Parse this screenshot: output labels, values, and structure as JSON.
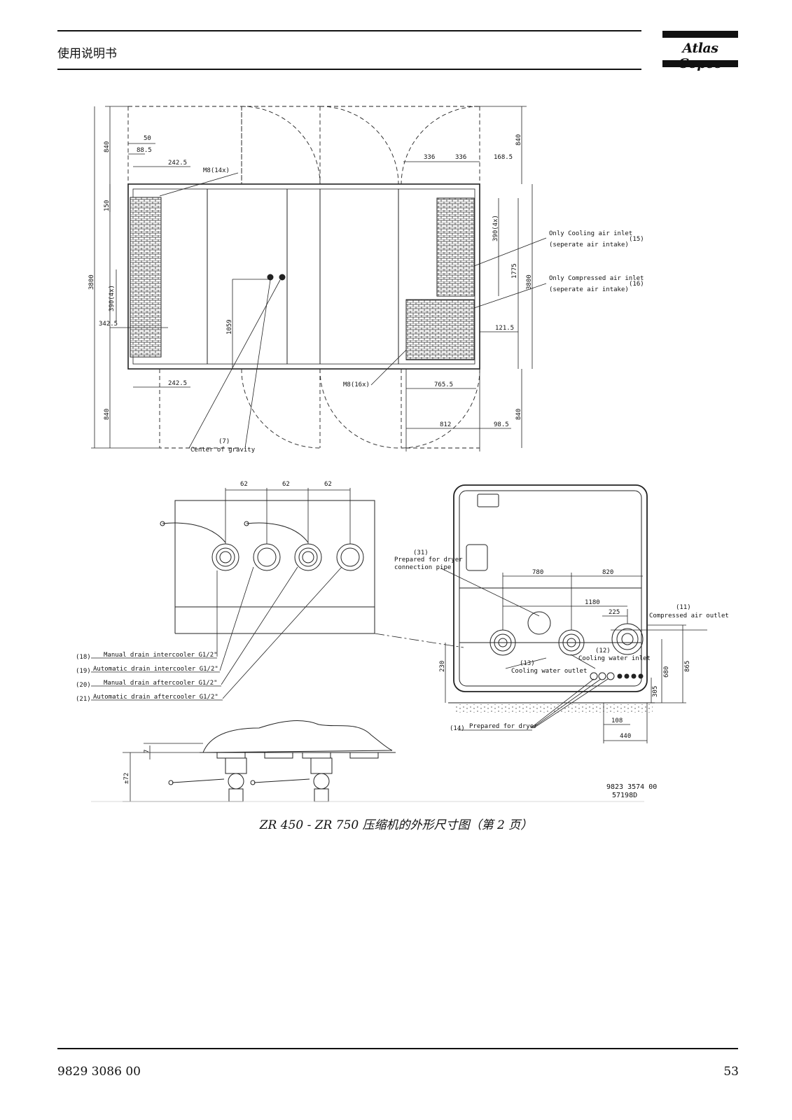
{
  "header": {
    "title": "使用说明书",
    "brand": "Atlas Copco"
  },
  "footer": {
    "doc_number": "9829 3086 00",
    "page_number": "53"
  },
  "caption": "ZR 450 - ZR 750 压缩机的外形尺寸图（第 2 页）",
  "drawing": {
    "top_view": {
      "dims": {
        "d840_tl": "840",
        "d50": "50",
        "d88": "88.5",
        "d242a": "242.5",
        "m8_14": "M8(14x)",
        "d336a": "336",
        "d336b": "336",
        "d168": "168.5",
        "d840_tr": "840",
        "d150": "150",
        "d3800_l": "3800",
        "d390_l": "390(4x)",
        "d342": "342.5",
        "d1059": "1059",
        "d390_r": "390(4x)",
        "d1775": "1775",
        "d3800_r": "3800",
        "d121": "121.5",
        "d242b": "242.5",
        "m8_16": "M8(16x)",
        "d765": "765.5",
        "d840_bl": "840",
        "d840_br": "840",
        "d812": "812",
        "d98": "98.5"
      },
      "callouts": {
        "c15_a": "Only Cooling air inlet",
        "c15_b": "(seperate air intake)",
        "c15_n": "(15)",
        "c16_a": "Only Compressed air inlet",
        "c16_b": "(seperate air intake)",
        "c16_n": "(16)",
        "c7_n": "(7)",
        "c7_a": "Center of gravity"
      }
    },
    "drain_detail": {
      "dims": {
        "d62a": "62",
        "d62b": "62",
        "d62c": "62"
      },
      "callouts": {
        "c18_n": "(18)",
        "c18": "Manual drain intercooler G1/2\"",
        "c19_n": "(19)",
        "c19": "Automatic drain intercooler G1/2\"",
        "c20_n": "(20)",
        "c20": "Manual drain aftercooler G1/2\"",
        "c21_n": "(21)",
        "c21": "Automatic drain aftercooler G1/2\""
      }
    },
    "side_view": {
      "dims": {
        "d780": "780",
        "d820": "820",
        "d1180": "1180",
        "d225": "225",
        "d230": "230",
        "d680": "680",
        "d865": "865",
        "d305": "305",
        "d108": "108",
        "d440": "440"
      },
      "callouts": {
        "c31_n": "(31)",
        "c31_a": "Prepared for dryer",
        "c31_b": "connection pipe",
        "c11_n": "(11)",
        "c11": "Compressed air outlet",
        "c12_n": "(12)",
        "c12": "Cooling water inlet",
        "c13_n": "(13)",
        "c13": "Cooling water outlet",
        "c14_n": "(14)",
        "c14": "Prepared for dryer"
      }
    },
    "valve_detail": {
      "dims": {
        "d7": "7",
        "d72": "±72"
      }
    },
    "drawing_no_a": "9823 3574 00",
    "drawing_no_b": "57198D"
  }
}
